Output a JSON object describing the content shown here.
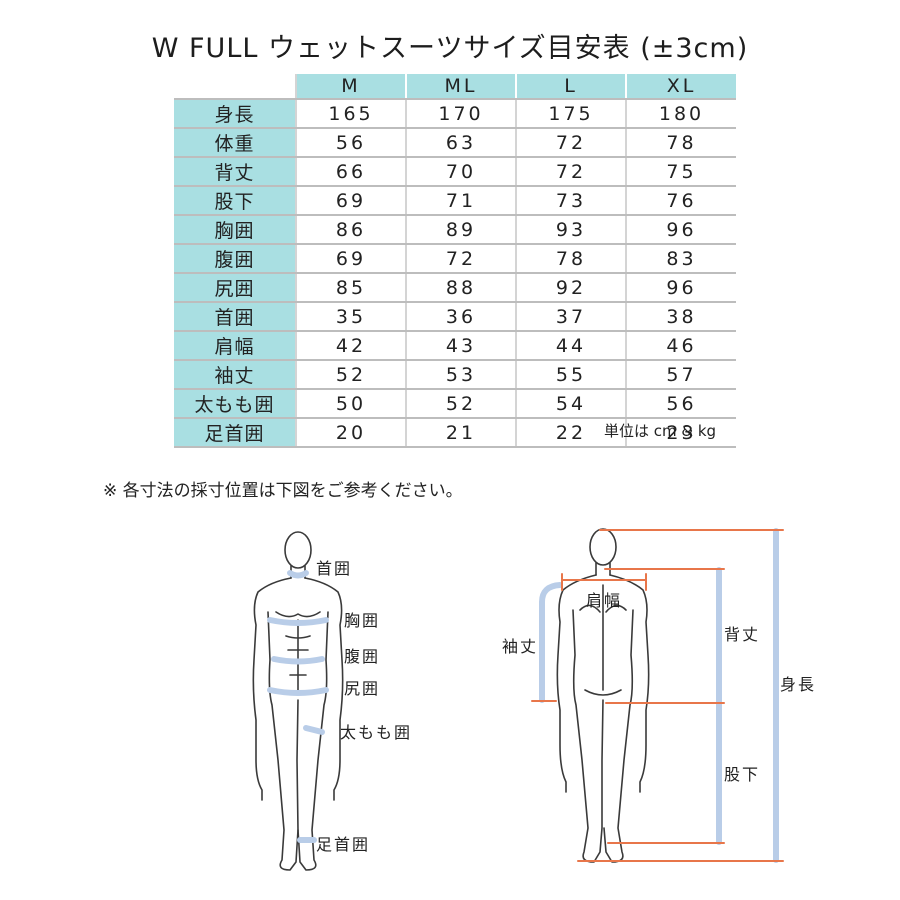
{
  "title": "W FULL ウェットスーツサイズ目安表 (±3cm)",
  "table": {
    "headers": [
      "",
      "M",
      "ML",
      "L",
      "XL"
    ],
    "rows": [
      {
        "label": "身長",
        "values": [
          "165",
          "170",
          "175",
          "180"
        ]
      },
      {
        "label": "体重",
        "values": [
          "56",
          "63",
          "72",
          "78"
        ]
      },
      {
        "label": "背丈",
        "values": [
          "66",
          "70",
          "72",
          "75"
        ]
      },
      {
        "label": "股下",
        "values": [
          "69",
          "71",
          "73",
          "76"
        ]
      },
      {
        "label": "胸囲",
        "values": [
          "86",
          "89",
          "93",
          "96"
        ]
      },
      {
        "label": "腹囲",
        "values": [
          "69",
          "72",
          "78",
          "83"
        ]
      },
      {
        "label": "尻囲",
        "values": [
          "85",
          "88",
          "92",
          "96"
        ]
      },
      {
        "label": "首囲",
        "values": [
          "35",
          "36",
          "37",
          "38"
        ]
      },
      {
        "label": "肩幅",
        "values": [
          "42",
          "43",
          "44",
          "46"
        ]
      },
      {
        "label": "袖丈",
        "values": [
          "52",
          "53",
          "55",
          "57"
        ]
      },
      {
        "label": "太もも囲",
        "values": [
          "50",
          "52",
          "54",
          "56"
        ]
      },
      {
        "label": "足首囲",
        "values": [
          "20",
          "21",
          "22",
          "23"
        ]
      }
    ]
  },
  "unit_note": "単位は cm & kg",
  "measure_note": "※ 各寸法の採寸位置は下図をご参考ください。",
  "front_figure": {
    "labels": {
      "neck": "首囲",
      "chest": "胸囲",
      "waist": "腹囲",
      "hip": "尻囲",
      "thigh": "太もも囲",
      "ankle": "足首囲"
    }
  },
  "back_figure": {
    "labels": {
      "shoulder": "肩幅",
      "sleeve": "袖丈",
      "back_length": "背丈",
      "inseam": "股下",
      "height": "身長"
    }
  },
  "colors": {
    "header_bg": "#a9dfe2",
    "measure_band": "#b9cde8",
    "guide_line": "#e8764a"
  }
}
